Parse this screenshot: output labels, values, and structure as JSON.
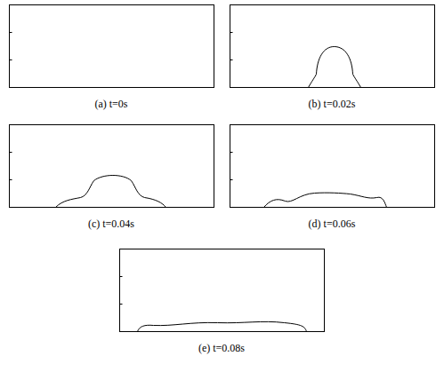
{
  "diagram": {
    "labels": [
      "(a) t=0s",
      "(b) t=0.02s",
      "(c) t=0.04s",
      "(d) t=0.06s",
      "(e) t=0.08s"
    ]
  }
}
